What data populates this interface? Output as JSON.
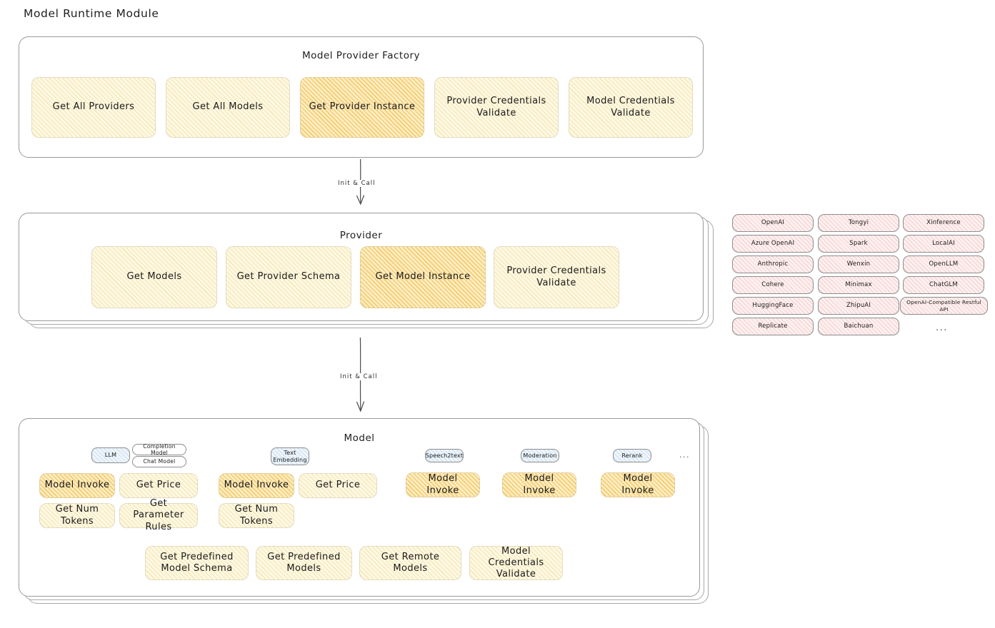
{
  "page": {
    "title": "Model Runtime Module"
  },
  "factory": {
    "title": "Model Provider Factory",
    "items": [
      {
        "label": "Get All Providers",
        "highlight": false
      },
      {
        "label": "Get All Models",
        "highlight": false
      },
      {
        "label": "Get Provider Instance",
        "highlight": true
      },
      {
        "label": "Provider Credentials Validate",
        "highlight": false
      },
      {
        "label": "Model Credentials Validate",
        "highlight": false
      }
    ]
  },
  "arrows": [
    {
      "label": "Init & Call"
    },
    {
      "label": "Init & Call"
    }
  ],
  "provider": {
    "title": "Provider",
    "items": [
      {
        "label": "Get Models",
        "highlight": false
      },
      {
        "label": "Get Provider Schema",
        "highlight": false
      },
      {
        "label": "Get Model Instance",
        "highlight": true
      },
      {
        "label": "Provider Credentials Validate",
        "highlight": false
      }
    ]
  },
  "provider_list": {
    "columns": [
      [
        "OpenAI",
        "Azure OpenAI",
        "Anthropic",
        "Cohere",
        "HuggingFace",
        "Replicate"
      ],
      [
        "Tongyi",
        "Spark",
        "Wenxin",
        "Minimax",
        "ZhipuAI",
        "Baichuan"
      ],
      [
        "Xinference",
        "LocalAI",
        "OpenLLM",
        "ChatGLM",
        "OpenAI-Compatible Restful API"
      ]
    ],
    "more": "..."
  },
  "model": {
    "title": "Model",
    "more": "...",
    "types": [
      {
        "name": "LLM",
        "sub_badges": [
          "Completion Model",
          "Chat Model"
        ],
        "ops": [
          {
            "label": "Model Invoke",
            "highlight": true
          },
          {
            "label": "Get Price",
            "highlight": false
          },
          {
            "label": "Get Num Tokens",
            "highlight": false
          },
          {
            "label": "Get Parameter Rules",
            "highlight": false
          }
        ]
      },
      {
        "name": "Text Embedding",
        "sub_badges": [],
        "ops": [
          {
            "label": "Model Invoke",
            "highlight": true
          },
          {
            "label": "Get Price",
            "highlight": false
          },
          {
            "label": "Get Num Tokens",
            "highlight": false
          }
        ]
      },
      {
        "name": "Speech2text",
        "sub_badges": [],
        "ops": [
          {
            "label": "Model Invoke",
            "highlight": true
          }
        ]
      },
      {
        "name": "Moderation",
        "sub_badges": [],
        "ops": [
          {
            "label": "Model Invoke",
            "highlight": true
          }
        ]
      },
      {
        "name": "Rerank",
        "sub_badges": [],
        "ops": [
          {
            "label": "Model Invoke",
            "highlight": true
          }
        ]
      }
    ],
    "common_ops": [
      "Get Predefined Model Schema",
      "Get Predefined Models",
      "Get Remote Models",
      "Model Credentials Validate"
    ]
  },
  "colors": {
    "highlight_fill": "#fbe0a0",
    "soft_fill": "#fdf6de",
    "provider_fill": "#fdf0f0",
    "badge_fill": "#eef5fb",
    "stroke": "#9a9a9a"
  }
}
